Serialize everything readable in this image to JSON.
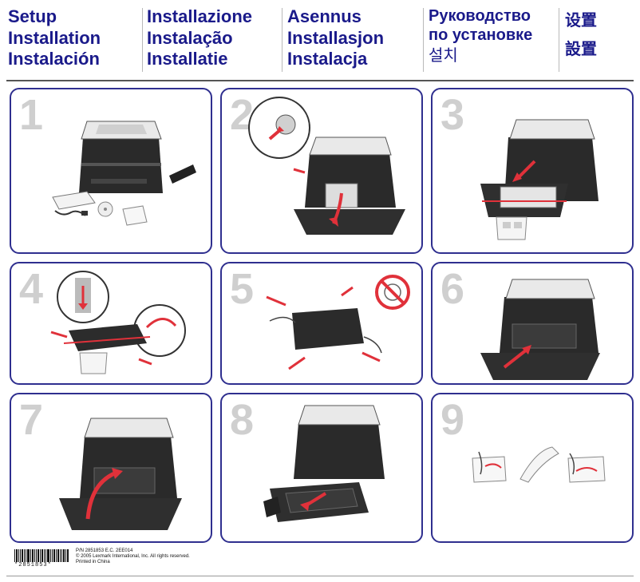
{
  "header": {
    "col1": [
      "Setup",
      "Installation",
      "Instalación"
    ],
    "col2": [
      "Installazione",
      "Instalação",
      "Installatie"
    ],
    "col3": [
      "Asennus",
      "Installasjon",
      "Instalacja"
    ],
    "col4": [
      "Руководство",
      "по установке",
      "설치"
    ],
    "col5": [
      "设置",
      "設置"
    ]
  },
  "steps": [
    "1",
    "2",
    "3",
    "4",
    "5",
    "6",
    "7",
    "8",
    "9"
  ],
  "footer": {
    "barcode_text": "*2851853*",
    "line1": "P/N 2851853 E.C. 2EE014",
    "line2": "© 2005 Lexmark International, Inc. All rights reserved.",
    "line3": "Printed in China"
  },
  "colors": {
    "border": "#2f2f8f",
    "arrow": "#e0313a",
    "printer": "#2a2a2a"
  }
}
